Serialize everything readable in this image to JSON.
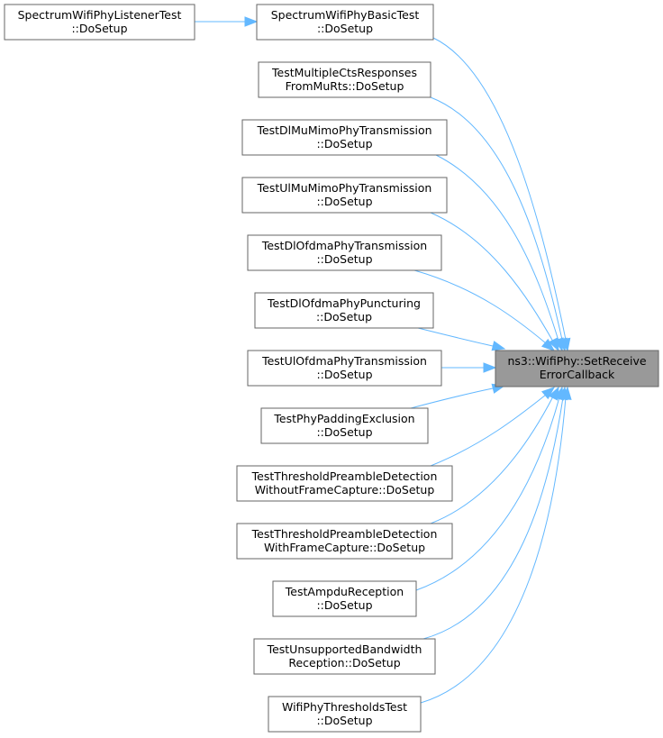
{
  "graph": {
    "title": "",
    "target": {
      "id": "target",
      "lines": [
        "ns3::WifiPhy::SetReceive",
        "ErrorCallback"
      ]
    },
    "nodes": [
      {
        "id": "listener",
        "lines": [
          "SpectrumWifiPhyListenerTest",
          "::DoSetup"
        ]
      },
      {
        "id": "basic",
        "lines": [
          "SpectrumWifiPhyBasicTest",
          "::DoSetup"
        ]
      },
      {
        "id": "multicts",
        "lines": [
          "TestMultipleCtsResponses",
          "FromMuRts::DoSetup"
        ]
      },
      {
        "id": "dlmumimo",
        "lines": [
          "TestDlMuMimoPhyTransmission",
          "::DoSetup"
        ]
      },
      {
        "id": "ulmumimo",
        "lines": [
          "TestUlMuMimoPhyTransmission",
          "::DoSetup"
        ]
      },
      {
        "id": "dlofdma",
        "lines": [
          "TestDlOfdmaPhyTransmission",
          "::DoSetup"
        ]
      },
      {
        "id": "dlpunct",
        "lines": [
          "TestDlOfdmaPhyPuncturing",
          "::DoSetup"
        ]
      },
      {
        "id": "ulofdma",
        "lines": [
          "TestUlOfdmaPhyTransmission",
          "::DoSetup"
        ]
      },
      {
        "id": "padding",
        "lines": [
          "TestPhyPaddingExclusion",
          "::DoSetup"
        ]
      },
      {
        "id": "thrnocap",
        "lines": [
          "TestThresholdPreambleDetection",
          "WithoutFrameCapture::DoSetup"
        ]
      },
      {
        "id": "thrcap",
        "lines": [
          "TestThresholdPreambleDetection",
          "WithFrameCapture::DoSetup"
        ]
      },
      {
        "id": "ampdu",
        "lines": [
          "TestAmpduReception",
          "::DoSetup"
        ]
      },
      {
        "id": "unsupbw",
        "lines": [
          "TestUnsupportedBandwidth",
          "Reception::DoSetup"
        ]
      },
      {
        "id": "thrtest",
        "lines": [
          "WifiPhyThresholdsTest",
          "::DoSetup"
        ]
      }
    ],
    "edges": [
      {
        "from": "listener",
        "to": "basic"
      },
      {
        "from": "basic",
        "to": "target"
      },
      {
        "from": "multicts",
        "to": "target"
      },
      {
        "from": "dlmumimo",
        "to": "target"
      },
      {
        "from": "ulmumimo",
        "to": "target"
      },
      {
        "from": "dlofdma",
        "to": "target"
      },
      {
        "from": "dlpunct",
        "to": "target"
      },
      {
        "from": "ulofdma",
        "to": "target"
      },
      {
        "from": "padding",
        "to": "target"
      },
      {
        "from": "thrnocap",
        "to": "target"
      },
      {
        "from": "thrcap",
        "to": "target"
      },
      {
        "from": "ampdu",
        "to": "target"
      },
      {
        "from": "unsupbw",
        "to": "target"
      },
      {
        "from": "thrtest",
        "to": "target"
      }
    ],
    "colors": {
      "edge": "#63b8ff",
      "node_border": "#666666",
      "node_fill": "#ffffff",
      "target_fill": "#999999",
      "text": "#000000"
    }
  }
}
